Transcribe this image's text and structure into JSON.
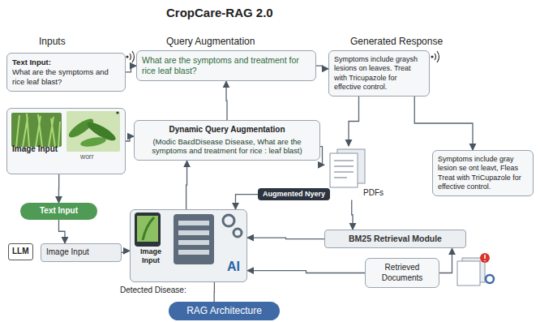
{
  "diagram": {
    "title": "CropCare-RAG 2.0",
    "nodes": [
      {
        "text": [
          "Text Input:",
          "What are the symptoms and rice leaf blast?"
        ]
      },
      {
        "text": [
          "What are the symptoms and treatment for rice leaf blast?"
        ]
      },
      {
        "text": [
          "Symptoms include graysh lesions on leaves. Treat with Tricupazole for effective control."
        ]
      },
      {
        "text": [
          "Image Input",
          "worr"
        ]
      },
      {
        "text": [
          "Dynamic Query Augmentation",
          "(Modic BaεdDisease Disease, What are the symptoms and treatment for rice : leaf blast)"
        ]
      },
      {
        "text": [
          "Symptoms include gray lesion se ont leavt, Fleas Treat with TriCupazole for effective control."
        ]
      },
      {
        "text": [
          "PDFs"
        ]
      },
      {
        "text": [
          "Augmented Nyery"
        ]
      },
      {
        "text": [
          "Text Input"
        ]
      },
      {
        "text": [
          "LLM"
        ]
      },
      {
        "text": [
          "Image Input"
        ]
      },
      {
        "text": [
          "AI"
        ]
      },
      {
        "text": [
          "Image Input"
        ],
        "in": 11
      },
      {
        "text": [
          "BM25 Retrieval Module"
        ]
      },
      {
        "text": [
          "Retrieved Documents"
        ]
      },
      {
        "text": [
          "RAG Architecture"
        ]
      }
    ],
    "edges": [
      {
        "from": 0,
        "to": 1,
        "arrow": "to"
      },
      {
        "from": 1,
        "to": 2,
        "arrow": "to"
      },
      {
        "from": 4,
        "to": 1,
        "arrow": "to"
      },
      {
        "from": 3,
        "to": 4,
        "arrow": "to"
      },
      {
        "from": 2,
        "to": 5,
        "arrow": "to"
      },
      {
        "from": 2,
        "to": 6,
        "arrow": "to"
      },
      {
        "from": 4,
        "to": 6,
        "arrow": "to"
      },
      {
        "from": 6,
        "to": 13,
        "arrow": "to"
      },
      {
        "from": 14,
        "to": 13,
        "arrow": "to"
      },
      {
        "from": 13,
        "to": 11,
        "arrow": "to"
      },
      {
        "from": 7,
        "to": 11,
        "arrow": "to"
      },
      {
        "from": 3,
        "to": 8,
        "arrow": "to"
      },
      {
        "from": 8,
        "to": 10,
        "arrow": "to"
      },
      {
        "from": 10,
        "to": 11,
        "arrow": "to"
      },
      {
        "from": 11,
        "to": 4,
        "arrow": "to"
      },
      {
        "from": 11,
        "to": 15,
        "arrow": "none"
      },
      {
        "from": 14,
        "to": 11,
        "arrow": "to"
      }
    ],
    "labels": [
      "Inputs",
      "Query Augmentation",
      "Generated Response",
      "Detected Disease:"
    ]
  }
}
